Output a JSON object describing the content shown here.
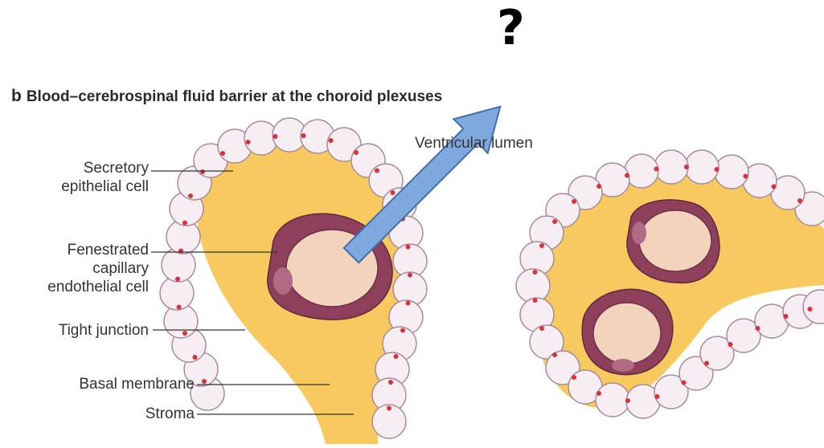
{
  "question_mark": "?",
  "title": {
    "letter": "b",
    "text": "Blood–cerebrospinal fluid barrier at the choroid plexuses"
  },
  "labels": {
    "secretory_line1": "Secretory",
    "secretory_line2": "epithelial cell",
    "fenestrated_line1": "Fenestrated",
    "fenestrated_line2": "capillary",
    "fenestrated_line3": "endothelial cell",
    "tight_junction": "Tight junction",
    "basal_membrane": "Basal membrane",
    "stroma": "Stroma",
    "ventricular_lumen": "Ventricular lumen"
  },
  "colors": {
    "stroma": "#f7c95e",
    "cell_fill": "#f7eef3",
    "cell_stroke": "#a98a9a",
    "tight_junction": "#d8323a",
    "endothelium": "#8e3f5c",
    "capillary_lumen": "#f4d3bd",
    "arrow": "#7fa9de"
  }
}
